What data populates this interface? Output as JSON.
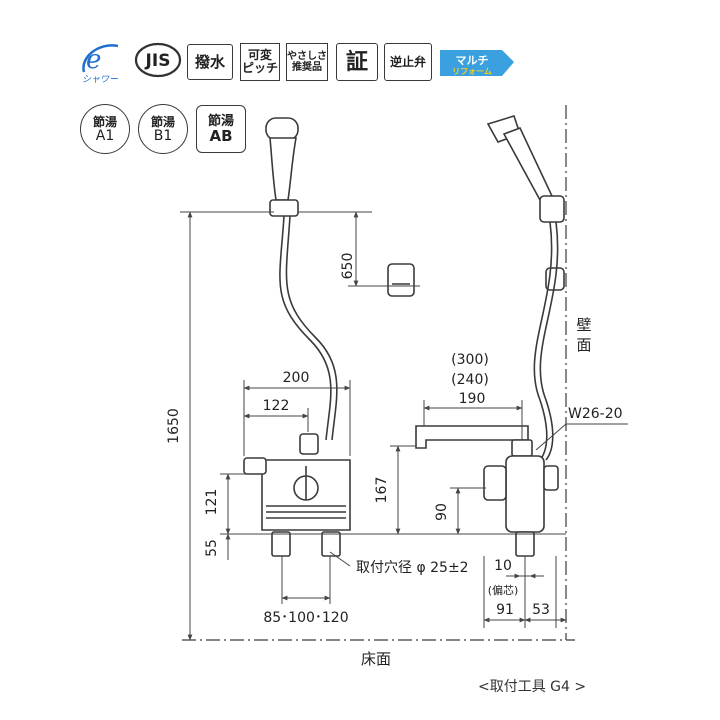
{
  "badges": {
    "eco_line1": "e",
    "eco_line2": "シャワー",
    "jis": "JIS",
    "water_repel": "撥水",
    "variable_pitch": [
      "可変",
      "ピッチ"
    ],
    "recommended": [
      "やさしさ",
      "推奨品"
    ],
    "certified": "証",
    "check_valve": "逆止弁",
    "multi": [
      "マルチ",
      "リフォーム"
    ],
    "saving_a1": [
      "節湯",
      "A1"
    ],
    "saving_b1": [
      "節湯",
      "B1"
    ],
    "saving_ab": [
      "節湯",
      "AB"
    ]
  },
  "dimensions": {
    "hook_height": "650",
    "total_height": "1650",
    "body_width": "200",
    "handle_offset": "122",
    "body_height": "121",
    "base_height": "55",
    "center_height": "167",
    "outlet_height": "90",
    "pitch": "85･100･120",
    "spout_reach_1": "(300)",
    "spout_reach_2": "(240)",
    "spout_reach_3": "190",
    "offset": "10",
    "offset_note": "(偏芯)",
    "depth": "91",
    "wall_gap": "53",
    "thread": "W26-20",
    "hole": "取付穴径 φ 25±2"
  },
  "labels": {
    "wall_1": "壁",
    "wall_2": "面",
    "floor": "床面",
    "caption": "<取付工具 G4 >"
  },
  "colors": {
    "line": "#3a3a3a",
    "dim": "#444444",
    "eco_blue": "#1f6fd1",
    "multi_blue": "#3aa0e0",
    "multi_yellow": "#f5d020"
  }
}
